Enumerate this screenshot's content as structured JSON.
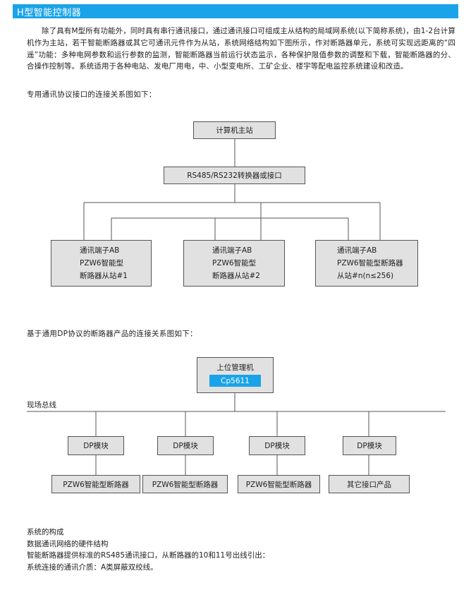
{
  "header": {
    "title": "H型智能控制器"
  },
  "intro": "除了具有M型所有功能外，同时具有串行通讯接口，通过通讯接口可组成主从结构的局域网系统(以下简称系统)，由1-2台计算机作为主站，若干智能断路器或其它可通讯元件作为从站，系统网络结构如下图所示，作对断路器单元，系统可实现远距离的“四遥”功能：多种电网参数和运行参数的监测，智能断路器当前运行状态监示，各种保护限值参数的调整和下载，智能断路器的分、合操作控制等。系统适用于各种电站、发电厂用电，中、小型变电所、工矿企业、楼宇等配电监控系统建设和改造。",
  "diagram1": {
    "caption": "专用通讯协议接口的连接关系图如下：",
    "master": "计算机主站",
    "converter": "RS485/RS232转换器或接口",
    "slaves": [
      {
        "line1": "通讯端子AB",
        "line2": "PZW6智能型",
        "line3": "断路器从站#1"
      },
      {
        "line1": "通讯端子AB",
        "line2": "PZW6智能型",
        "line3": "断路器从站#2"
      },
      {
        "line1": "通讯端子AB",
        "line2": "PZW6智能型断路器",
        "line3": "从站#n(n≤256)"
      }
    ]
  },
  "diagram2": {
    "caption": "基于通用DP协议的断路器产品的连接关系图如下：",
    "host": "上位管理机",
    "host_card": "Cp5611",
    "bus_label": "现场总线",
    "modules": [
      "DP模块",
      "DP模块",
      "DP模块",
      "DP模块"
    ],
    "products": [
      "PZW6智能型断路器",
      "PZW6智能型断路器",
      "PZW6智能型断路器",
      "其它接口产品"
    ]
  },
  "bottom": {
    "line1": "系统的构成",
    "line2": "数据通讯网络的硬件结构",
    "line3": "智能断路器提供标准的RS485通讯接口，从断路器的10和11号出线引出：",
    "line4": "系统连接的通讯介质：A类屏蔽双绞线。"
  }
}
